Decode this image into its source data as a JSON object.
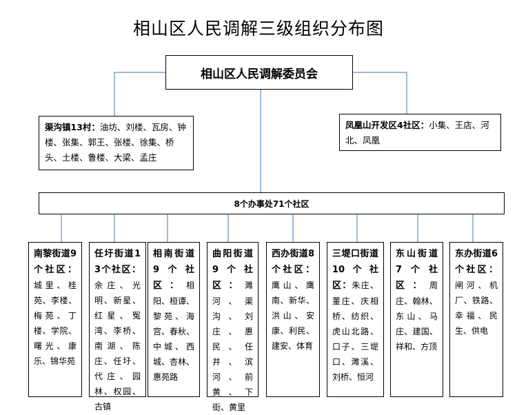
{
  "title": "相山区人民调解三级组织分布图",
  "root": "相山区人民调解委员会",
  "left_branch": {
    "name": "渠沟镇13村：",
    "items": "油坊、刘楼、瓦房、钟楼、张集、郭王、张楼、徐集、桥头、土楼、鲁楼、大梁、孟庄"
  },
  "right_branch": {
    "name": "凤凰山开发区4社区：",
    "items": "小集、王店、河北、凤凰"
  },
  "office_bar": "8个办事处71个社区",
  "streets": [
    {
      "name": "南黎街道9个社区：",
      "items": "城里、桂苑、李楼、梅苑、丁楼、学院、曙光、康乐、锦华苑"
    },
    {
      "name": "任圩街道13个社区：",
      "items": "余庄、光明、新星、红星、冤湾、李桥、南湖、陈庄、任圩、代庄、园林、权园、古镇"
    },
    {
      "name": "相南街道9个社区：",
      "items": "相阳、桓谭、黎苑、海宫、春秋、中城、西城、杏林、惠苑路"
    },
    {
      "name": "曲阳街道9个社区：",
      "items": "濉河、渠沟、刘庄、惠民、任井、滨河、前黄、下街、黄里"
    },
    {
      "name": "西办街道8个社区：",
      "items": "鹰山、鹰南、新华、洪山、安康、利民、建安、体育"
    },
    {
      "name": "三堤口街道10个社区：",
      "items": "朱庄、董庄、庆相桥、纺织、虎山北路、口子、三堤口、濉溪、刘桥、恒河"
    },
    {
      "name": "东山街道7个社区：",
      "items": "周庄、翰林、东山、马庄、建国、祥和、方顶"
    },
    {
      "name": "东办街道6个社区：",
      "items": "闸河、机厂、铁路、幸福、民生、供电"
    }
  ]
}
